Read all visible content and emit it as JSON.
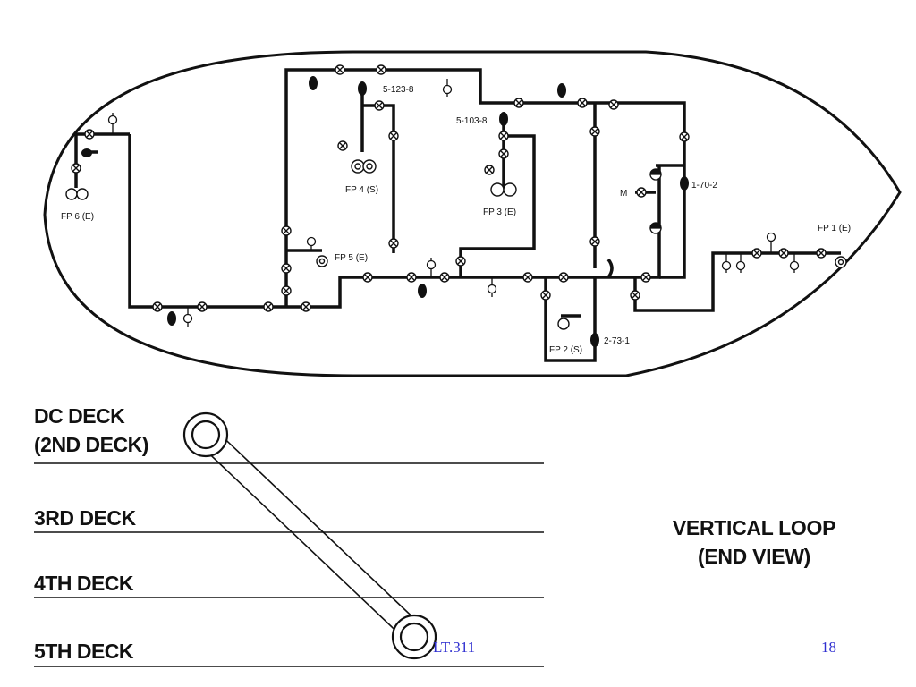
{
  "schematic": {
    "labels": {
      "fp1": "FP 1 (E)",
      "fp2": "FP 2 (S)",
      "fp3": "FP 3 (E)",
      "fp4": "FP 4 (S)",
      "fp5": "FP 5 (E)",
      "fp6": "FP 6 (E)",
      "v_5_123_8": "5-123-8",
      "v_5_103_8": "5-103-8",
      "v_1_70_2": "1-70-2",
      "v_2_73_1": "2-73-1",
      "m": "M"
    }
  },
  "decks": {
    "dc_deck": "DC DECK",
    "dc_deck_sub": "(2ND DECK)",
    "third": "3RD DECK",
    "fourth": "4TH DECK",
    "fifth": "5TH DECK"
  },
  "caption": {
    "line1": "VERTICAL LOOP",
    "line2": "(END VIEW)"
  },
  "footer": {
    "course": "LT.311",
    "page": "18"
  }
}
